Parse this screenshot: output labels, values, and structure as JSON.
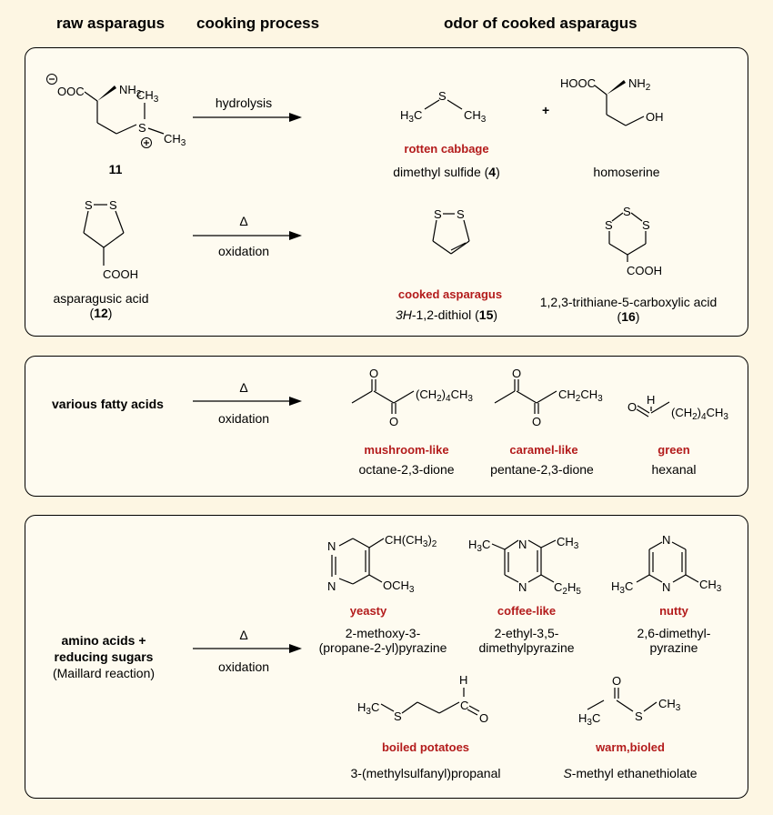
{
  "headers": {
    "raw": "raw asparagus",
    "process": "cooking process",
    "odor": "odor of cooked asparagus"
  },
  "box1": {
    "row1": {
      "compound_number": "11",
      "arrow_label": "hydrolysis",
      "p1_odor": "rotten cabbage",
      "p1_name": "dimethyl sulfide",
      "p1_num": "4",
      "plus": "+",
      "p2_name": "homoserine"
    },
    "row2": {
      "start_name": "asparagusic acid",
      "start_num": "12",
      "arrow_top": "Δ",
      "arrow_bottom": "oxidation",
      "p1_odor": "cooked asparagus",
      "p1_name_italic": "3H",
      "p1_name_rest": "-1,2-dithiol",
      "p1_num": "15",
      "p2_name": "1,2,3-trithiane-5-carboxylic acid",
      "p2_num": "16"
    }
  },
  "box2": {
    "start": "various fatty acids",
    "arrow_top": "Δ",
    "arrow_bottom": "oxidation",
    "products": [
      {
        "odor": "mushroom-like",
        "name": "octane-2,3-dione"
      },
      {
        "odor": "caramel-like",
        "name": "pentane-2,3-dione"
      },
      {
        "odor": "green",
        "name": "hexanal"
      }
    ]
  },
  "box3": {
    "start_line1": "amino acids +",
    "start_line2": "reducing sugars",
    "start_line3": "(Maillard reaction)",
    "arrow_top": "Δ",
    "arrow_bottom": "oxidation",
    "products": [
      {
        "odor": "yeasty",
        "name1": "2-methoxy-3-",
        "name2": "(propane-2-yl)pyrazine"
      },
      {
        "odor": "coffee-like",
        "name1": "2-ethyl-3,5-",
        "name2": "dimethylpyrazine"
      },
      {
        "odor": "nutty",
        "name1": "2,6-dimethyl-",
        "name2": "pyrazine"
      },
      {
        "odor": "boiled potatoes",
        "name1": "3-(methylsulfanyl)propanal"
      },
      {
        "odor": "warm,bioled",
        "name_italic": "S",
        "name_rest": "-methyl ethanethiolate"
      }
    ]
  },
  "atoms": {
    "carboxylate": "OOC",
    "nh2": "NH2",
    "ch3": "CH3",
    "s": "S",
    "h3c": "H3C",
    "hooc": "HOOC",
    "oh": "OH",
    "cooh": "COOH",
    "o": "O",
    "h": "H",
    "n": "N",
    "ch2_4_ch3": "(CH2)4CH3",
    "ch2ch3": "CH2CH3",
    "ch_ch3_2": "CH(CH3)2",
    "och3": "OCH3",
    "c2h5": "C2H5",
    "c": "C"
  }
}
